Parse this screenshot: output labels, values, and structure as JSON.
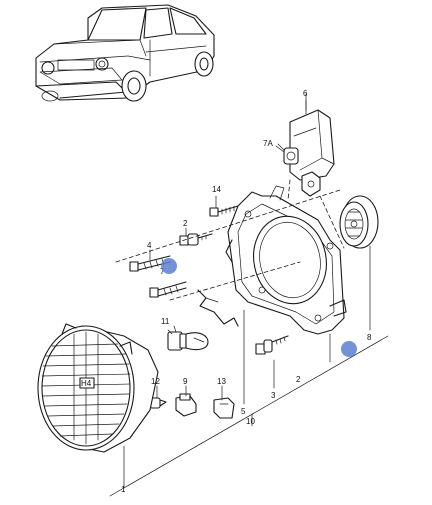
{
  "labels": {
    "l1": "1",
    "l2a": "2",
    "l2b": "2",
    "l3": "3",
    "l4": "4",
    "l5": "5",
    "l6": "6",
    "l7": "7",
    "l7a": "7A",
    "l8": "8",
    "l9": "9",
    "l10": "10",
    "l11": "11",
    "l12": "12",
    "l13": "13",
    "l14": "14"
  },
  "lens_marking": "H4",
  "colors": {
    "line": "#1a1a1a",
    "marker": "#5b7fd0",
    "background": "#ffffff"
  }
}
